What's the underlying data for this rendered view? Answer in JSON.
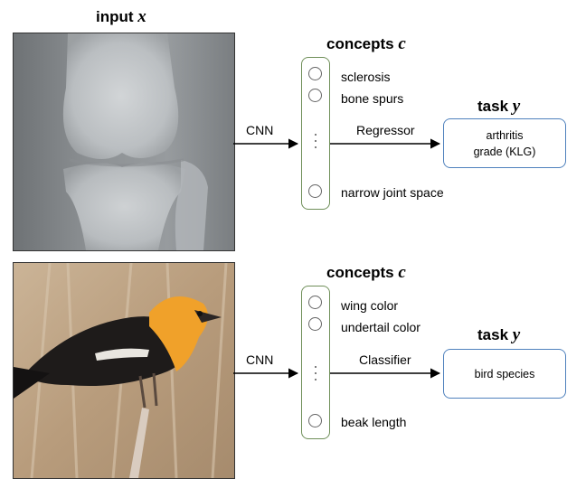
{
  "input_title": {
    "word": "input",
    "var": "x"
  },
  "panels": [
    {
      "concepts_title": {
        "word": "concepts",
        "var": "c"
      },
      "concepts": [
        "sclerosis",
        "bone spurs",
        "narrow joint space"
      ],
      "model_label": "CNN",
      "head_label": "Regressor",
      "task_title": {
        "word": "task",
        "var": "y"
      },
      "task_lines": [
        "arthritis",
        "grade (KLG)"
      ]
    },
    {
      "concepts_title": {
        "word": "concepts",
        "var": "c"
      },
      "concepts": [
        "wing color",
        "undertail color",
        "beak length"
      ],
      "model_label": "CNN",
      "head_label": "Classifier",
      "task_title": {
        "word": "task",
        "var": "y"
      },
      "task_lines": [
        "bird species"
      ]
    }
  ],
  "colors": {
    "concept_border": "#6f8f59",
    "task_border": "#4f81bd"
  },
  "icons": {
    "concept_node": "circle-icon",
    "ellipsis": "vertical-ellipsis-icon"
  }
}
